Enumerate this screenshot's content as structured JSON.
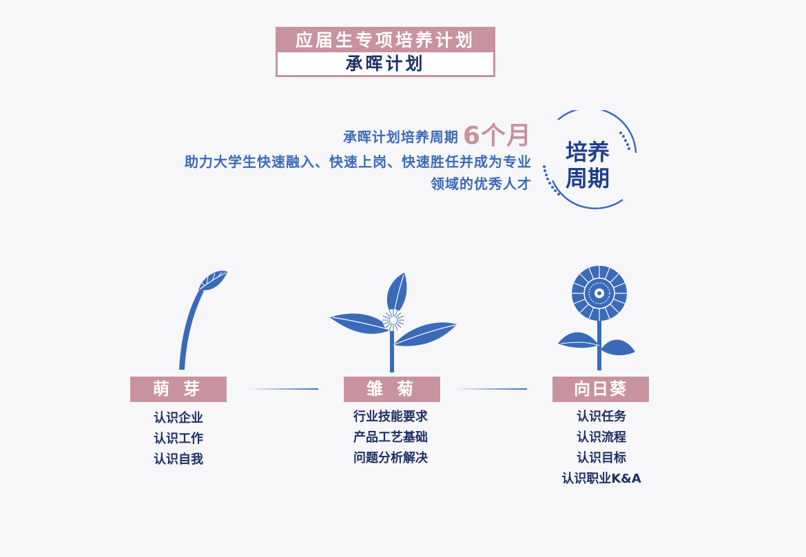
{
  "header": {
    "title_top": "应届生专项培养计划",
    "title_bottom": "承晖计划"
  },
  "intro": {
    "line1_text": "承晖计划培养周期",
    "line1_highlight": "6个月",
    "line2": "助力大学生快速融入、快速上岗、快速胜任并成为专业",
    "line3": "领域的优秀人才"
  },
  "cycle_badge": {
    "line1": "培养",
    "line2": "周期"
  },
  "stages": [
    {
      "label": "萌 芽",
      "icon": "sprout-icon",
      "items": [
        "认识企业",
        "认识工作",
        "认识自我"
      ]
    },
    {
      "label": "雏 菊",
      "icon": "daisy-icon",
      "items": [
        "行业技能要求",
        "产品工艺基础",
        "问题分析解决"
      ]
    },
    {
      "label": "向日葵",
      "icon": "sunflower-icon",
      "items": [
        "认识任务",
        "认识流程",
        "认识目标",
        "认识职业K&A"
      ]
    }
  ],
  "colors": {
    "pink": "#c9929f",
    "navy": "#1e2f63",
    "blue": "#3a6ab8",
    "background": "#f7f7f9"
  }
}
